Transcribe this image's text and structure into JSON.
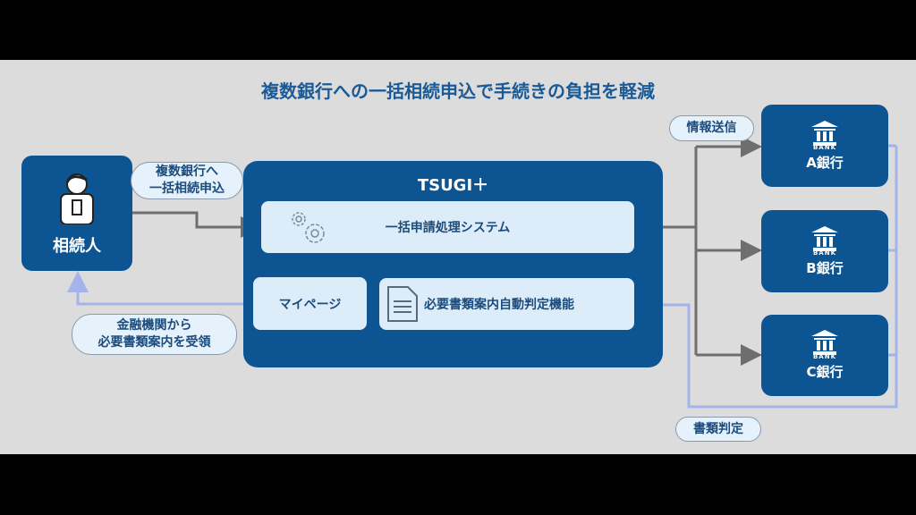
{
  "title": "複数銀行への一括相続申込で手続きの負担を軽減",
  "heir": {
    "label": "相続人"
  },
  "bubbles": {
    "apply_line1": "複数銀行へ",
    "apply_line2": "一括相続申込",
    "receive_line1": "金融機関から",
    "receive_line2": "必要書類案内を受領",
    "send": "情報送信",
    "judge": "書類判定"
  },
  "platform": {
    "name": "TSUGI＋",
    "system": "一括申請処理システム",
    "mypage": "マイページ",
    "doc_check": "必要書類案内自動判定機能"
  },
  "banks": [
    {
      "icon_text": "BANK",
      "label": "A銀行"
    },
    {
      "icon_text": "BANK",
      "label": "B銀行"
    },
    {
      "icon_text": "BANK",
      "label": "C銀行"
    }
  ],
  "colors": {
    "primary": "#0d5592",
    "light": "#dcecf9",
    "flow_gray": "#6e6e6e",
    "flow_blue": "#a4b4ea"
  }
}
